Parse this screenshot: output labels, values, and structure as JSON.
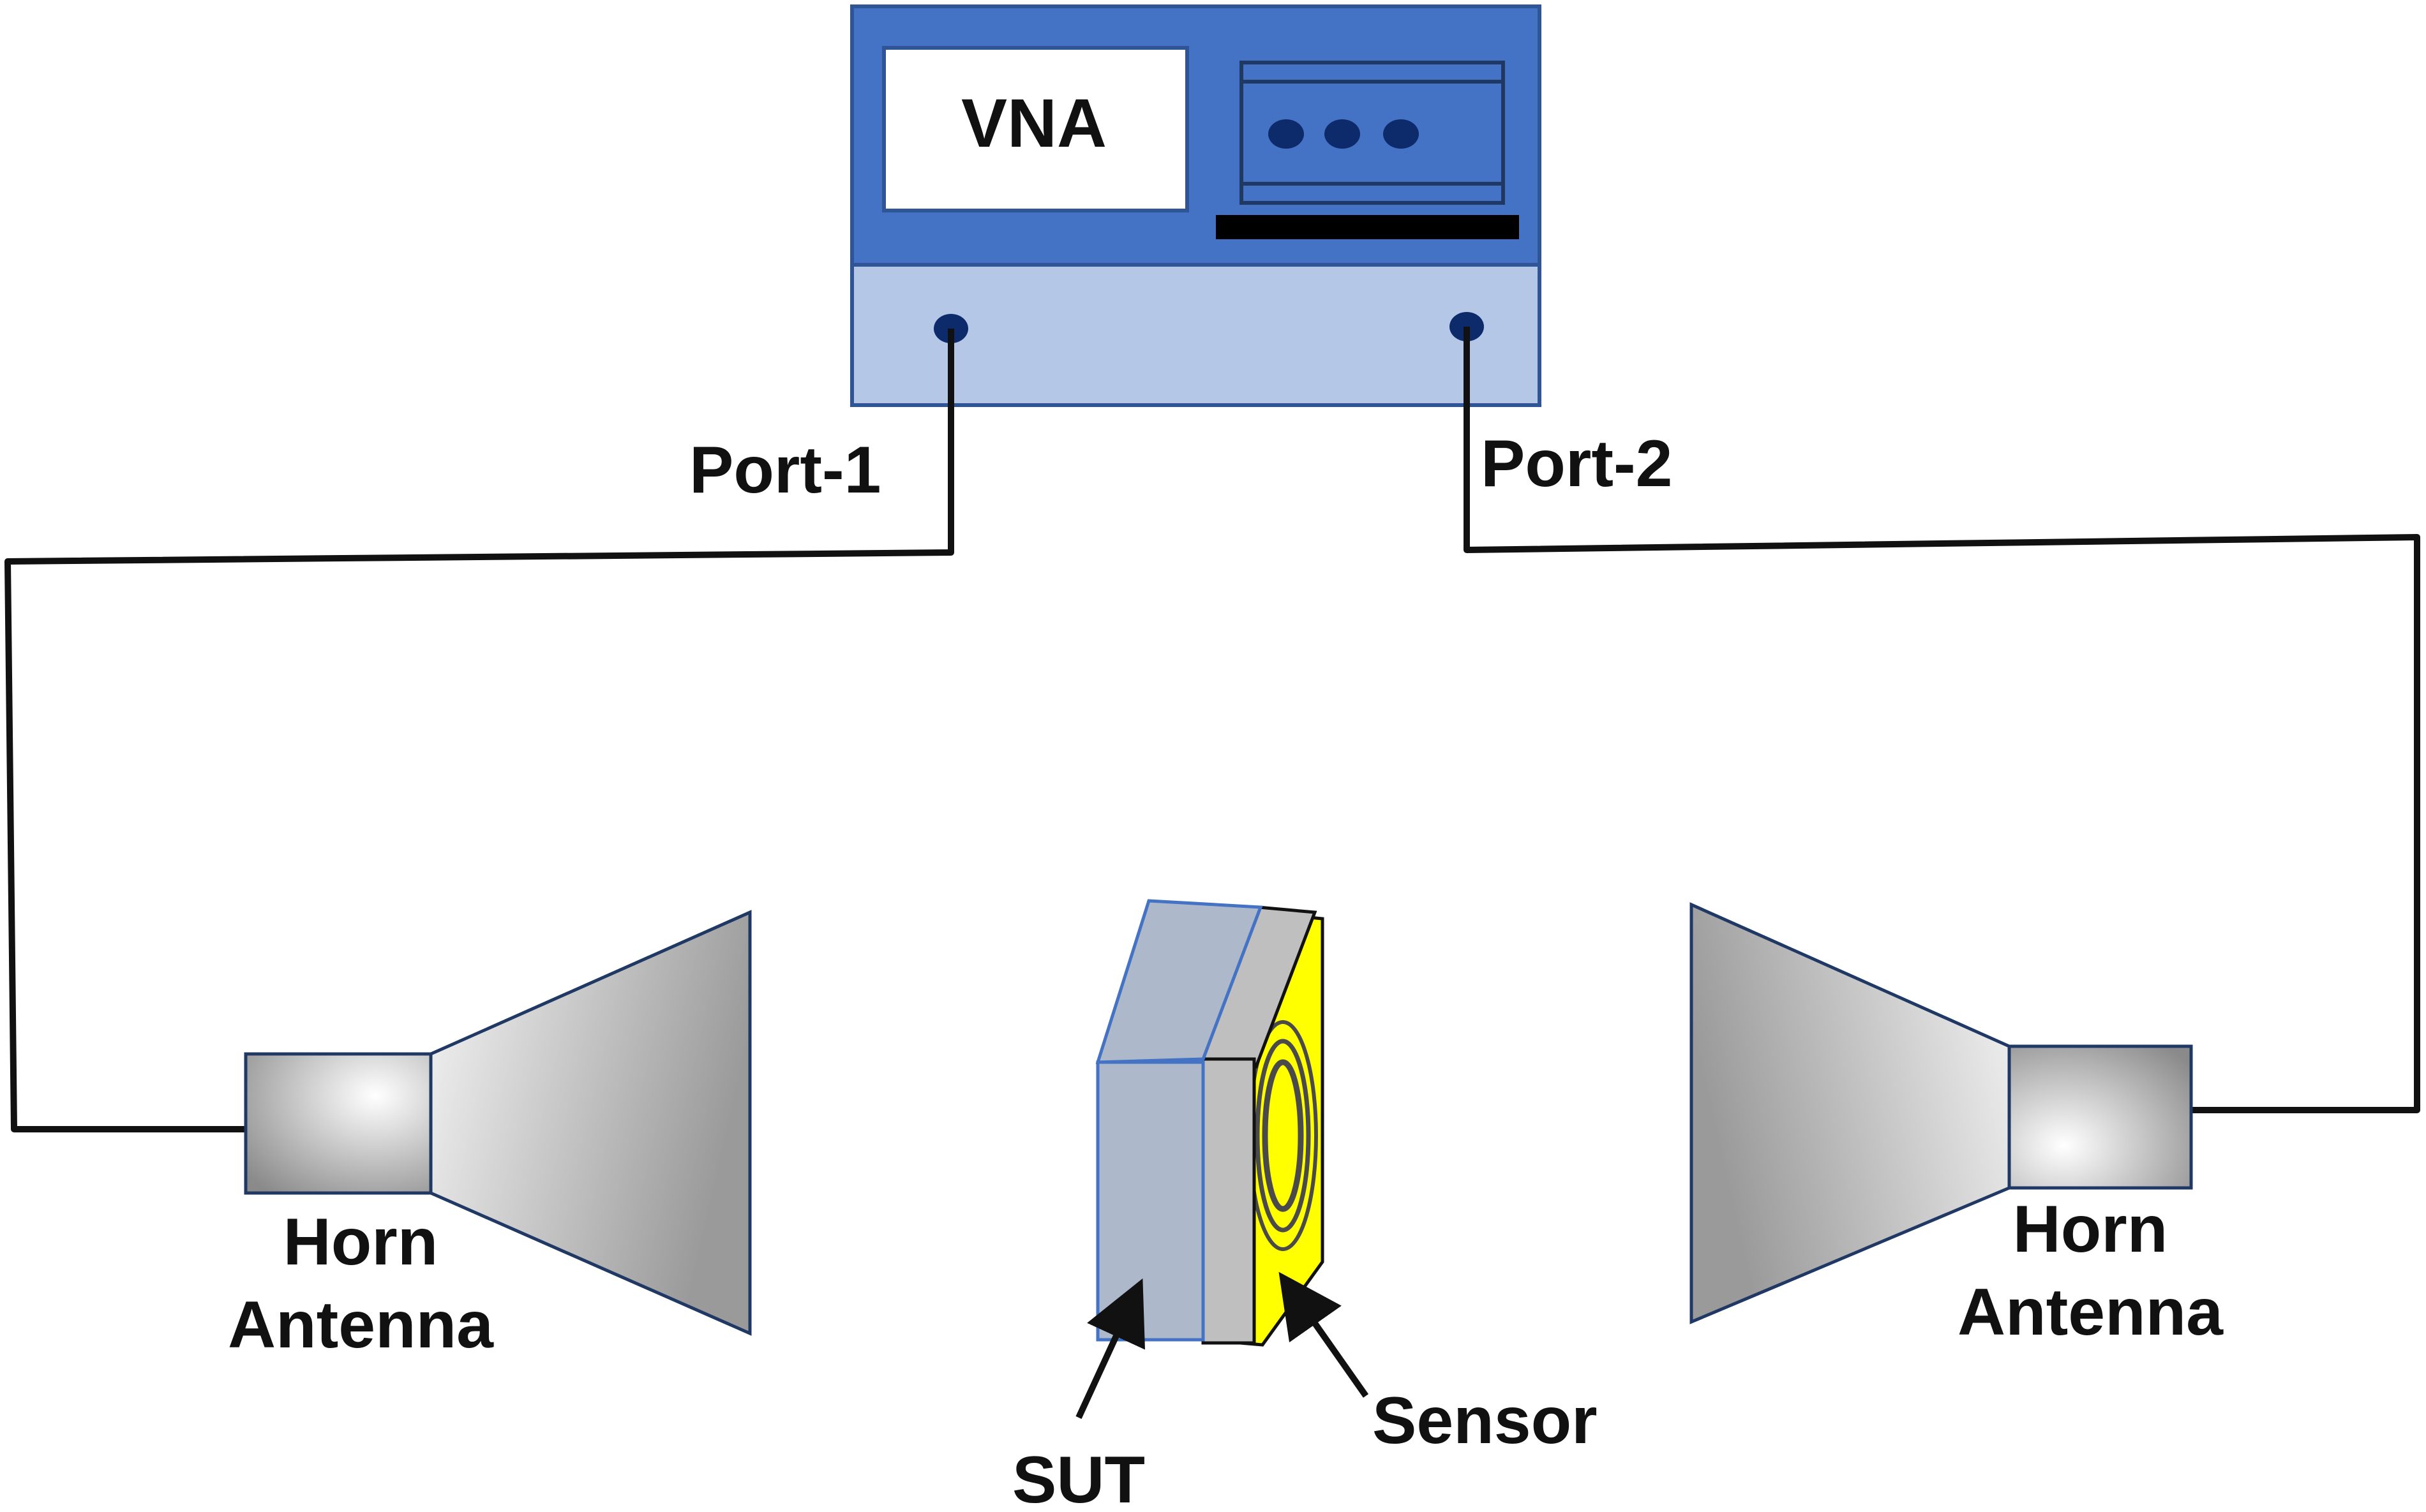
{
  "vna": {
    "screen_label": "VNA",
    "port1_label": "Port-1",
    "port2_label": "Port-2",
    "body_color": "#4472C4",
    "panel_color": "#B4C7E7",
    "port_color": "#0D2A6B"
  },
  "horn_left": {
    "label_line1": "Horn",
    "label_line2": "Antenna"
  },
  "horn_right": {
    "label_line1": "Horn",
    "label_line2": "Antenna"
  },
  "sut": {
    "label": "SUT",
    "color": "#ADB9CA"
  },
  "sensor": {
    "label": "Sensor",
    "color": "#FFFF00"
  },
  "cable_color": "#111111"
}
